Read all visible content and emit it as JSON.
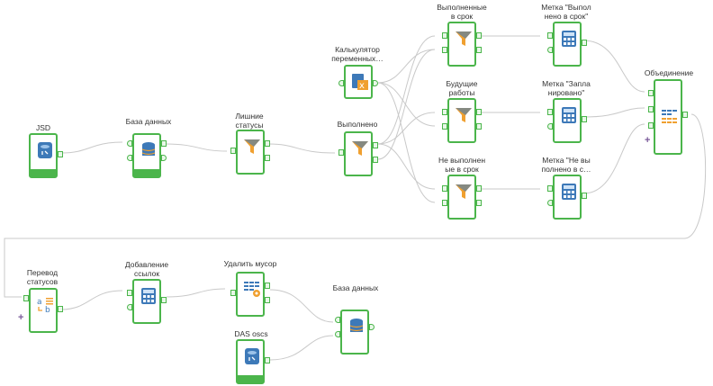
{
  "nodes": {
    "jsd": {
      "label": "JSD",
      "icon": "database-source-icon"
    },
    "db1": {
      "label": "База данных",
      "icon": "database-icon"
    },
    "extra_status": {
      "label": "Лишние\nстатусы",
      "icon": "filter-icon"
    },
    "done": {
      "label": "Выполнено",
      "icon": "filter-icon"
    },
    "calc_vars": {
      "label": "Калькулятор\nпеременных…",
      "icon": "calculator-x-icon"
    },
    "done_on_time": {
      "label": "Выполненные\nв срок",
      "icon": "filter-icon"
    },
    "future_work": {
      "label": "Будущие\nработы",
      "icon": "filter-icon"
    },
    "not_done_on_time": {
      "label": "Не выполнен\nые в срок",
      "icon": "filter-icon"
    },
    "mark_done": {
      "label": "Метка \"Выпол\nнено в срок\"",
      "icon": "calculator-icon"
    },
    "mark_planned": {
      "label": "Метка \"Запла\nнировано\"",
      "icon": "calculator-icon"
    },
    "mark_not_done": {
      "label": "Метка \"Не вы\nполнено в с…",
      "icon": "calculator-icon"
    },
    "union": {
      "label": "Объединение",
      "icon": "union-icon"
    },
    "translate_status": {
      "label": "Перевод\nстатусов",
      "icon": "replace-icon"
    },
    "add_links": {
      "label": "Добавление\nссылок",
      "icon": "calculator-icon"
    },
    "remove_trash": {
      "label": "Удалить мусор",
      "icon": "column-settings-icon"
    },
    "das_oscs": {
      "label": "DAS oscs",
      "icon": "database-source-icon"
    },
    "db2": {
      "label": "База данных",
      "icon": "database-icon"
    }
  },
  "colors": {
    "node_border": "#4bb54b",
    "wire": "#c9c9c9",
    "filter": "#f0a030",
    "db_blue": "#3d79b8"
  }
}
